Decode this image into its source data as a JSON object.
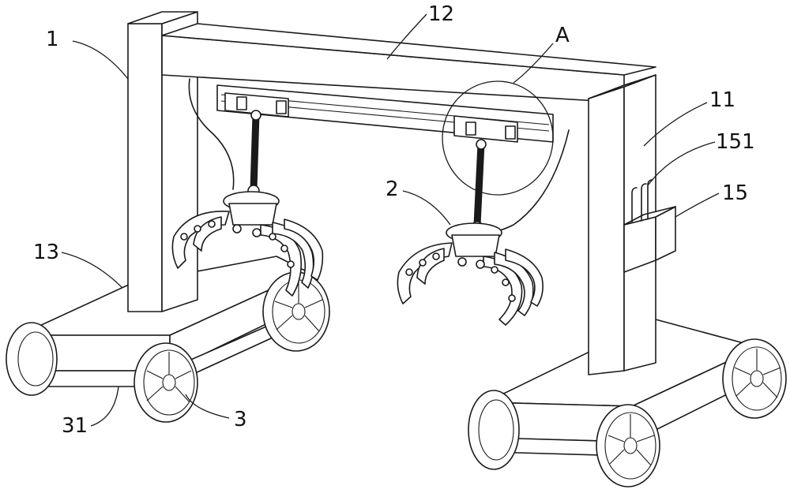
{
  "labels": {
    "l1": "1",
    "l12": "12",
    "lA": "A",
    "l11": "11",
    "l151": "151",
    "l15": "15",
    "l2": "2",
    "l13": "13",
    "l31": "31",
    "l3": "3"
  }
}
